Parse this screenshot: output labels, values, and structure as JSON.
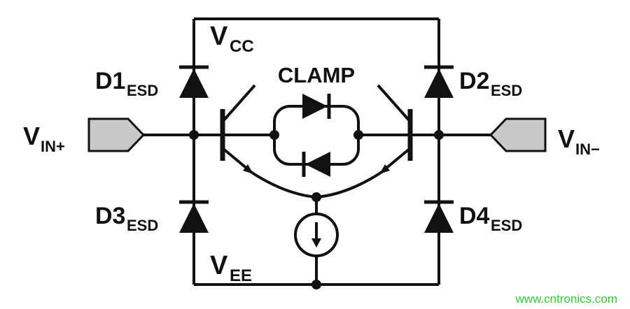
{
  "diagram": {
    "labels": {
      "vcc": {
        "main": "V",
        "sub": "CC"
      },
      "vee": {
        "main": "V",
        "sub": "EE"
      },
      "vin_plus": {
        "main": "V",
        "sub": "IN+"
      },
      "vin_minus": {
        "main": "V",
        "sub": "IN−"
      },
      "clamp": "CLAMP",
      "d1": {
        "main": "D1",
        "sub": "ESD"
      },
      "d2": {
        "main": "D2",
        "sub": "ESD"
      },
      "d3": {
        "main": "D3",
        "sub": "ESD"
      },
      "d4": {
        "main": "D4",
        "sub": "ESD"
      }
    },
    "watermark": "www.cntronics.com",
    "colors": {
      "line": "#111111",
      "pad_fill": "#c9c9c9",
      "watermark_green": "#33cc33",
      "background": "#ffffff"
    }
  }
}
